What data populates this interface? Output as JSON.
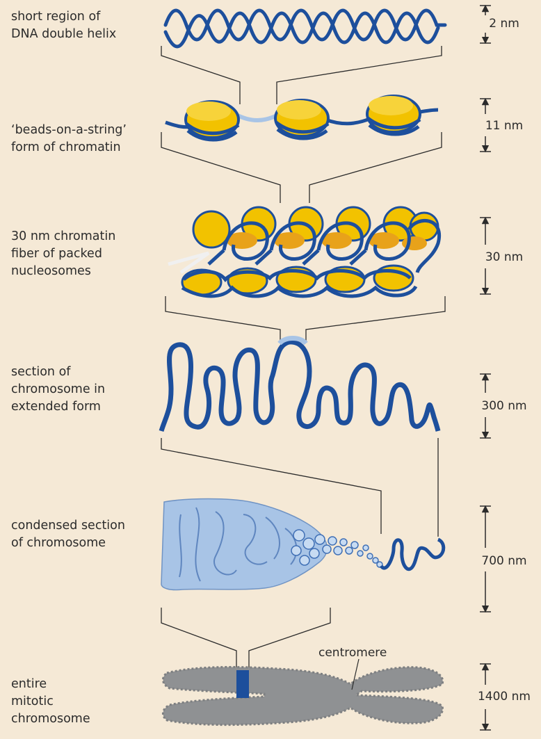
{
  "levels": [
    {
      "label_lines": [
        "short region of",
        "DNA double helix"
      ],
      "scale": "2 nm"
    },
    {
      "label_lines": [
        "‘beads-on-a-string’",
        "form of chromatin"
      ],
      "scale": "11 nm"
    },
    {
      "label_lines": [
        "30 nm chromatin",
        "fiber of packed",
        "nucleosomes"
      ],
      "scale": "30 nm"
    },
    {
      "label_lines": [
        "section of",
        "chromosome in",
        "extended form"
      ],
      "scale": "300 nm"
    },
    {
      "label_lines": [
        "condensed section",
        "of chromosome"
      ],
      "scale": "700 nm"
    },
    {
      "label_lines": [
        "entire",
        "mitotic",
        "chromosome"
      ],
      "scale": "1400 nm"
    }
  ],
  "callouts": {
    "centromere": "centromere"
  },
  "colors": {
    "background": "#f5e9d6",
    "dna_blue": "#1d4f9c",
    "light_blue": "#a8c4e6",
    "histone_yellow": "#f2c200",
    "histone_orange": "#e8a21a",
    "chromosome_gray": "#8f9193",
    "connector": "#2b2b2b"
  }
}
